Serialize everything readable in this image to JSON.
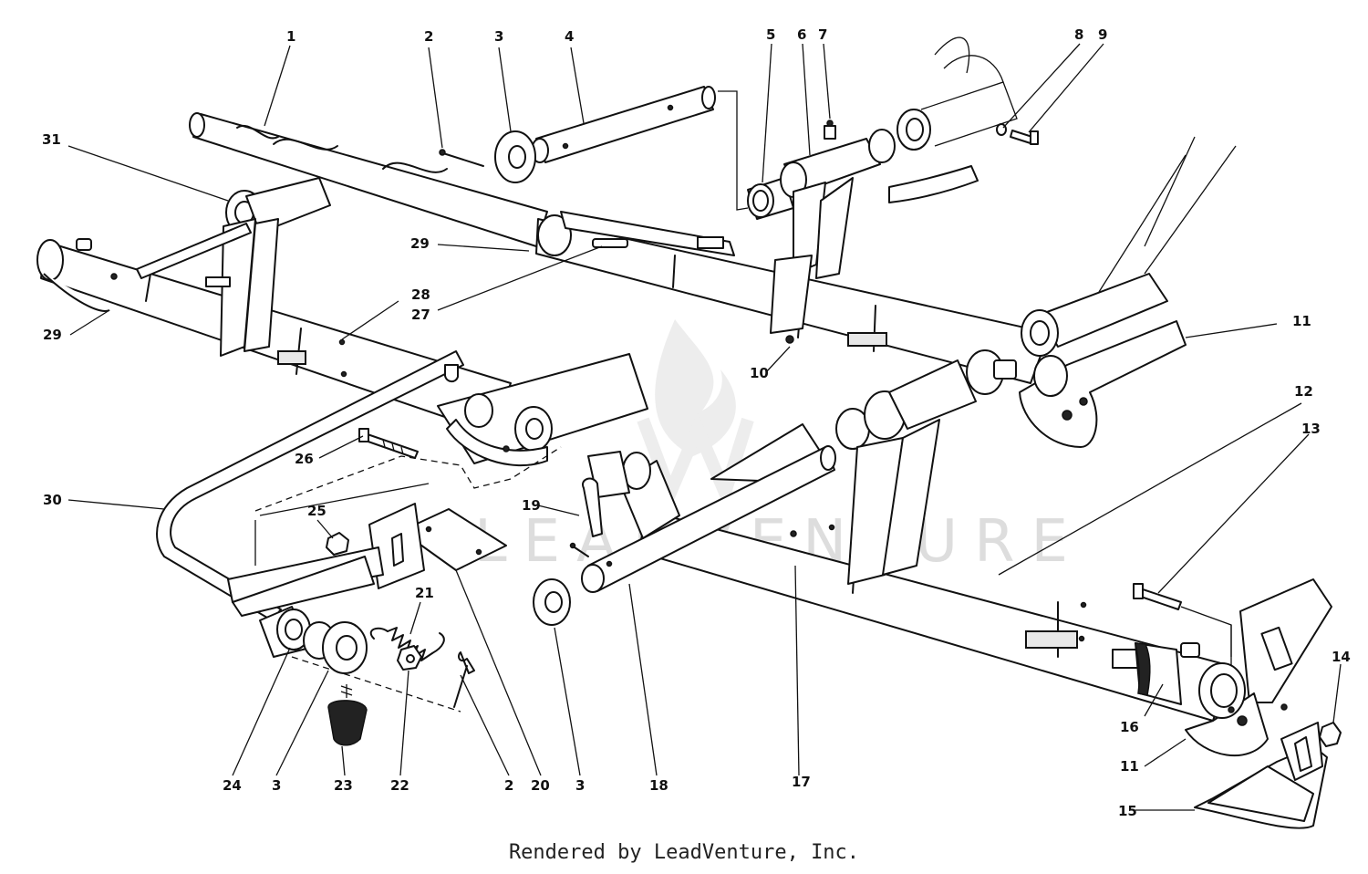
{
  "diagram": {
    "watermark": "LEADVENTURE",
    "footer": "Rendered by LeadVenture, Inc.",
    "callouts": {
      "c1": "1",
      "c2a": "2",
      "c3a": "3",
      "c4": "4",
      "c5": "5",
      "c6": "6",
      "c7": "7",
      "c8": "8",
      "c9": "9",
      "c31": "31",
      "c29a": "29",
      "c29b": "29",
      "c28": "28",
      "c27": "27",
      "c10": "10",
      "c11a": "11",
      "c12": "12",
      "c13": "13",
      "c26": "26",
      "c30": "30",
      "c25": "25",
      "c19": "19",
      "c21": "21",
      "c14": "14",
      "c16": "16",
      "c11b": "11",
      "c15": "15",
      "c24": "24",
      "c3b": "3",
      "c23": "23",
      "c22": "22",
      "c2b": "2",
      "c20": "20",
      "c3c": "3",
      "c18": "18",
      "c17": "17"
    }
  }
}
